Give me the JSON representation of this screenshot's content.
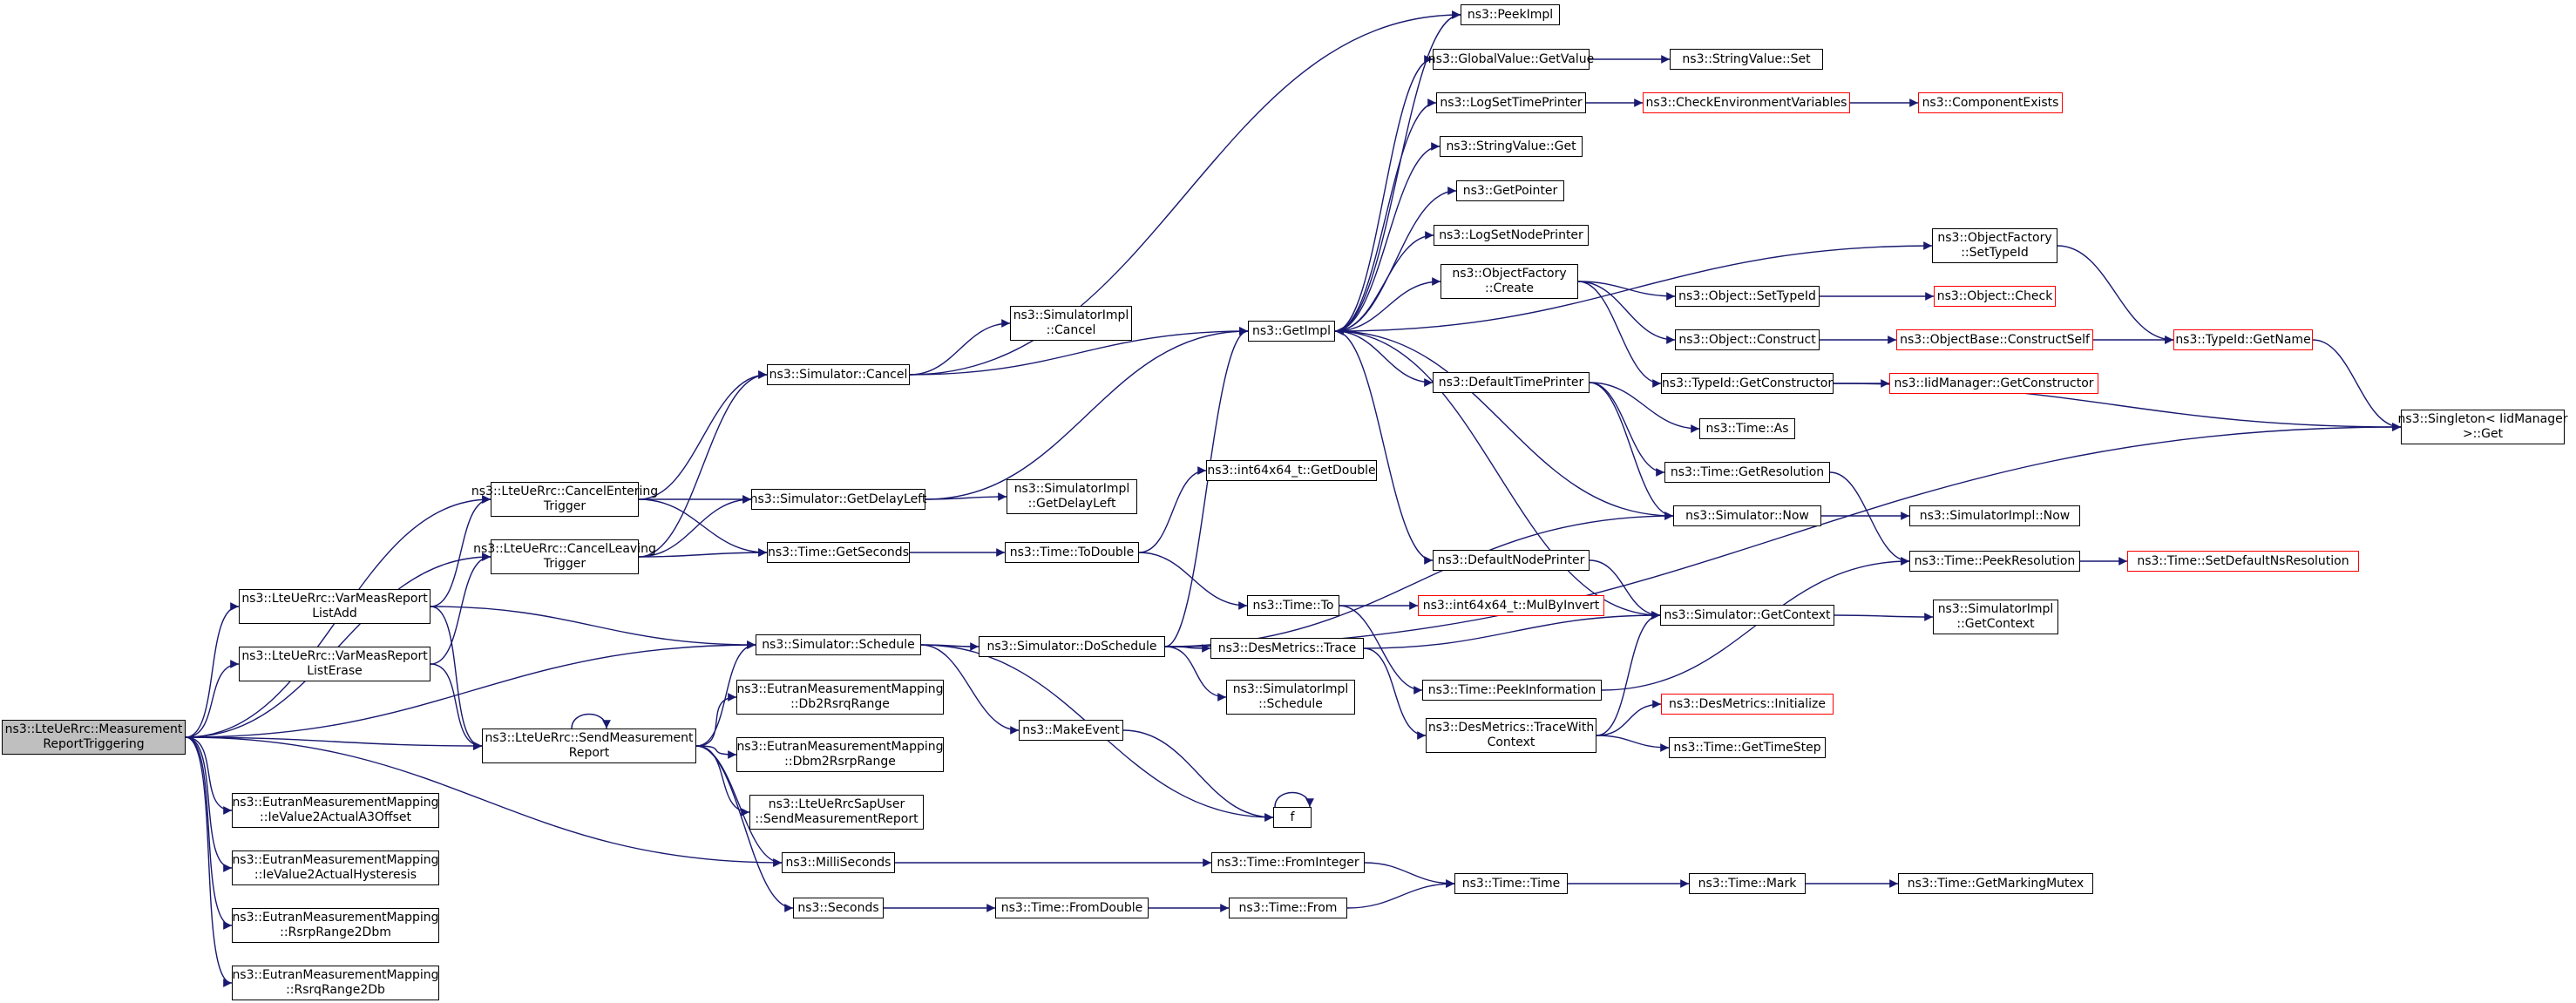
{
  "colors": {
    "edge": "#191970",
    "border": "#000000",
    "truncated_border": "#ff0000",
    "root_fill": "#bfbfbf"
  },
  "nodes": {
    "root": [
      "ns3::LteUeRrc::Measurement",
      "ReportTriggering"
    ],
    "cancel_entering": [
      "ns3::LteUeRrc::CancelEntering",
      "Trigger"
    ],
    "cancel_leaving": [
      "ns3::LteUeRrc::CancelLeaving",
      "Trigger"
    ],
    "varmeas_add": [
      "ns3::LteUeRrc::VarMeasReport",
      "ListAdd"
    ],
    "varmeas_erase": [
      "ns3::LteUeRrc::VarMeasReport",
      "ListErase"
    ],
    "send_meas": [
      "ns3::LteUeRrc::SendMeasurement",
      "Report"
    ],
    "iev_a3": [
      "ns3::EutranMeasurementMapping",
      "::IeValue2ActualA3Offset"
    ],
    "iev_hyst": [
      "ns3::EutranMeasurementMapping",
      "::IeValue2ActualHysteresis"
    ],
    "rsrp_dbm": [
      "ns3::EutranMeasurementMapping",
      "::RsrpRange2Dbm"
    ],
    "rsrq_db": [
      "ns3::EutranMeasurementMapping",
      "::RsrqRange2Db"
    ],
    "sim_cancel": [
      "ns3::Simulator::Cancel"
    ],
    "sim_delayleft": [
      "ns3::Simulator::GetDelayLeft"
    ],
    "time_getseconds": [
      "ns3::Time::GetSeconds"
    ],
    "sim_schedule": [
      "ns3::Simulator::Schedule"
    ],
    "db2rsrq": [
      "ns3::EutranMeasurementMapping",
      "::Db2RsrqRange"
    ],
    "dbm2rsrp": [
      "ns3::EutranMeasurementMapping",
      "::Dbm2RsrpRange"
    ],
    "sapuser": [
      "ns3::LteUeRrcSapUser",
      "::SendMeasurementReport"
    ],
    "milliseconds": [
      "ns3::MilliSeconds"
    ],
    "seconds": [
      "ns3::Seconds"
    ],
    "simimpl_cancel": [
      "ns3::SimulatorImpl",
      "::Cancel"
    ],
    "simimpl_delayleft": [
      "ns3::SimulatorImpl",
      "::GetDelayLeft"
    ],
    "time_todouble": [
      "ns3::Time::ToDouble"
    ],
    "sim_doschedule": [
      "ns3::Simulator::DoSchedule"
    ],
    "makeevent": [
      "ns3::MakeEvent"
    ],
    "f": [
      "f"
    ],
    "time_fromdouble": [
      "ns3::Time::FromDouble"
    ],
    "time_frominteger": [
      "ns3::Time::FromInteger"
    ],
    "time_from": [
      "ns3::Time::From"
    ],
    "int64_getdouble": [
      "ns3::int64x64_t::GetDouble"
    ],
    "time_to": [
      "ns3::Time::To"
    ],
    "desmetrics_trace": [
      "ns3::DesMetrics::Trace"
    ],
    "simimpl_schedule": [
      "ns3::SimulatorImpl",
      "::Schedule"
    ],
    "getimpl": [
      "ns3::GetImpl"
    ],
    "int64_mulbyinvert": [
      "ns3::int64x64_t::MulByInvert"
    ],
    "peekimpl": [
      "ns3::PeekImpl"
    ],
    "globalvalue_getvalue": [
      "ns3::GlobalValue::GetValue"
    ],
    "logsettimeprinter": [
      "ns3::LogSetTimePrinter"
    ],
    "stringvalue_get": [
      "ns3::StringValue::Get"
    ],
    "getpointer": [
      "ns3::GetPointer"
    ],
    "logsetnodeprinter": [
      "ns3::LogSetNodePrinter"
    ],
    "objfactory_create": [
      "ns3::ObjectFactory",
      "::Create"
    ],
    "defaulttimeprinter": [
      "ns3::DefaultTimePrinter"
    ],
    "defaultnodeprinter": [
      "ns3::DefaultNodePrinter"
    ],
    "time_peekinformation": [
      "ns3::Time::PeekInformation"
    ],
    "desmetrics_tracewith": [
      "ns3::DesMetrics::TraceWith",
      "Context"
    ],
    "time_time": [
      "ns3::Time::Time"
    ],
    "stringvalue_set": [
      "ns3::StringValue::Set"
    ],
    "check_env": [
      "ns3::CheckEnvironmentVariables"
    ],
    "component_exists": [
      "ns3::ComponentExists"
    ],
    "object_settypeid": [
      "ns3::Object::SetTypeId"
    ],
    "object_construct": [
      "ns3::Object::Construct"
    ],
    "typeid_getconstructor": [
      "ns3::TypeId::GetConstructor"
    ],
    "time_as": [
      "ns3::Time::As"
    ],
    "time_getresolution": [
      "ns3::Time::GetResolution"
    ],
    "sim_now": [
      "ns3::Simulator::Now"
    ],
    "sim_getcontext": [
      "ns3::Simulator::GetContext"
    ],
    "desmetrics_initialize": [
      "ns3::DesMetrics::Initialize"
    ],
    "time_gettimestep": [
      "ns3::Time::GetTimeStep"
    ],
    "time_mark": [
      "ns3::Time::Mark"
    ],
    "objfactory_settypeid": [
      "ns3::ObjectFactory",
      "::SetTypeId"
    ],
    "object_check": [
      "ns3::Object::Check"
    ],
    "objbase_constructself": [
      "ns3::ObjectBase::ConstructSelf"
    ],
    "iidmanager_getconstructor": [
      "ns3::IidManager::GetConstructor"
    ],
    "simimpl_now": [
      "ns3::SimulatorImpl::Now"
    ],
    "time_peekresolution": [
      "ns3::Time::PeekResolution"
    ],
    "simimpl_getcontext": [
      "ns3::SimulatorImpl",
      "::GetContext"
    ],
    "time_getmarkingmutex": [
      "ns3::Time::GetMarkingMutex"
    ],
    "typeid_getname": [
      "ns3::TypeId::GetName"
    ],
    "time_setdefaultns": [
      "ns3::Time::SetDefaultNsResolution"
    ],
    "singleton_get": [
      "ns3::Singleton< IidManager",
      ">::Get"
    ]
  }
}
